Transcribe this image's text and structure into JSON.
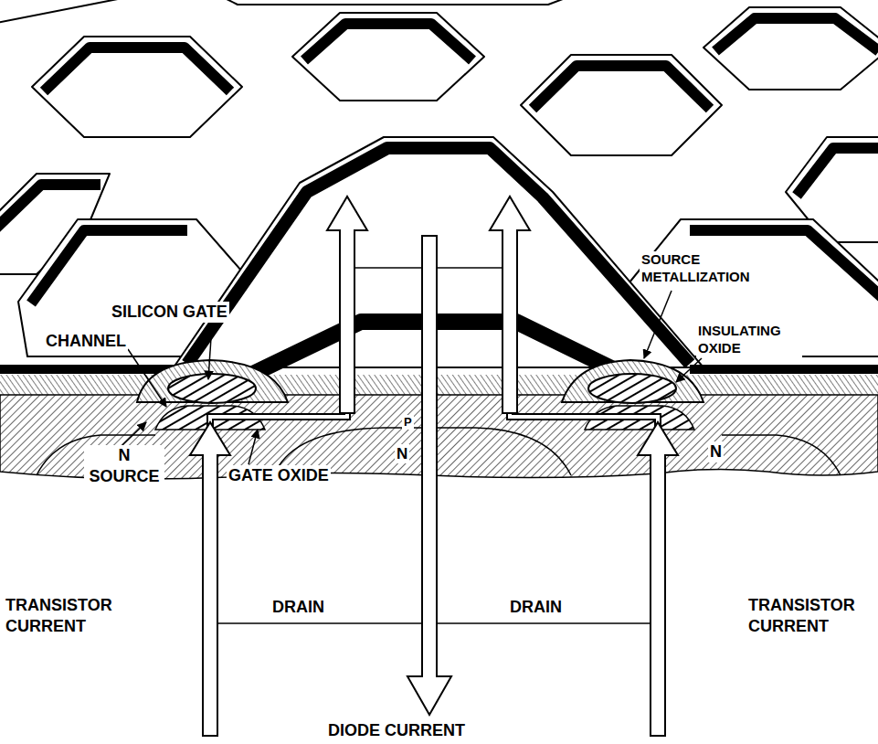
{
  "diagram": {
    "labels": [
      "SOURCE METALLIZATION",
      "SILICON GATE",
      "CHANNEL",
      "INSULATING OXIDE",
      "P",
      "N",
      "N SOURCE",
      "GATE OXIDE",
      "N",
      "TRANSISTOR CURRENT",
      "DRAIN",
      "DRAIN",
      "TRANSISTOR CURRENT",
      "DIODE CURRENT"
    ]
  }
}
